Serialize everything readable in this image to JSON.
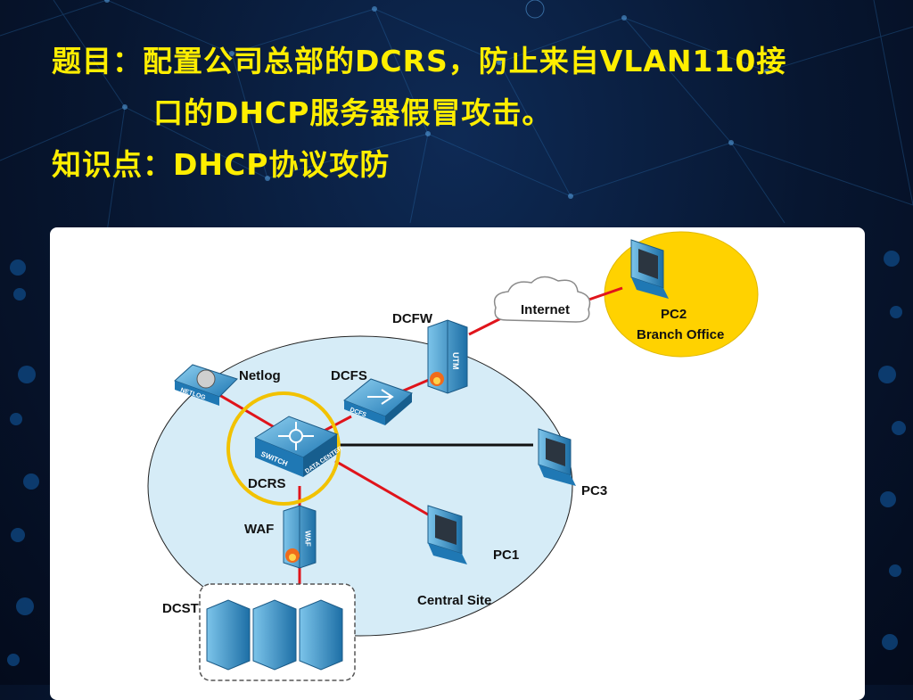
{
  "header": {
    "task_label": "题目：",
    "task_line1": "配置公司总部的DCRS，防止来自VLAN110接",
    "task_line2": "口的DHCP服务器假冒攻击。",
    "topic_label": "知识点：",
    "topic_text": "DHCP协议攻防"
  },
  "diagram": {
    "nodes": {
      "internet": "Internet",
      "dcfw": "DCFW",
      "pc2": "PC2",
      "branch": "Branch Office",
      "netlog": "Netlog",
      "dcfs": "DCFS",
      "dcrs": "DCRS",
      "pc3": "PC3",
      "waf": "WAF",
      "pc1": "PC1",
      "central": "Central Site",
      "dcst": "DCST"
    },
    "device_text": {
      "utm": "UTM",
      "netlog_tag": "NETLOG",
      "dcfs_tag": "DCFS",
      "switch_tag": "SWITCH",
      "datacenter_tag": "DATA CENTER",
      "waf_tag": "WAF"
    },
    "colors": {
      "link": "#e0141b",
      "lan_link": "#111111",
      "site_fill": "#d6ecf7",
      "branch_fill": "#ffd200",
      "highlight": "#f2c200",
      "device": "#2c8fc6"
    }
  }
}
